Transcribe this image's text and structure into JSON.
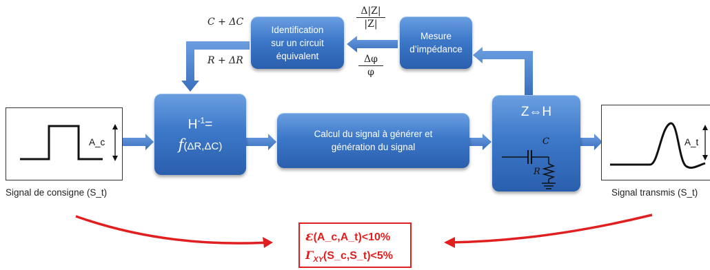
{
  "blocks": {
    "identification": [
      "Identification",
      "sur un circuit",
      "équivalent"
    ],
    "mesure": [
      "Mesure",
      "d’impédance"
    ],
    "calcul": [
      "Calcul du signal à générer et",
      "génération du signal"
    ],
    "inverse_top": "H",
    "inverse_sup": "-1",
    "inverse_eq": "=",
    "inverse_f": "f",
    "inverse_args": "(ΔR,ΔC)",
    "zh": "Z⇔H",
    "circuit_c": "C",
    "circuit_r": "R"
  },
  "labels": {
    "c_delta": "C + ΔC",
    "r_delta": "R + ΔR",
    "dz_num": "Δ|Z|",
    "dz_den": "|Z|",
    "dphi_num": "Δφ",
    "dphi_den": "φ"
  },
  "signals": {
    "input_amp": "A_c",
    "output_amp": "A_t",
    "input_caption": "Signal de consigne (S_t)",
    "output_caption": "Signal transmis (S_t)"
  },
  "criteria": {
    "line1_symbol": "ε",
    "line1_rest": "(A_c,A_t)<10%",
    "line2_symbol": "Γ",
    "line2_sub": "XY",
    "line2_rest": "(S_c,S_t)<5%"
  },
  "colors": {
    "block": "#3d78c9",
    "arrow": "#4a82cc",
    "criteria": "#e02020"
  }
}
